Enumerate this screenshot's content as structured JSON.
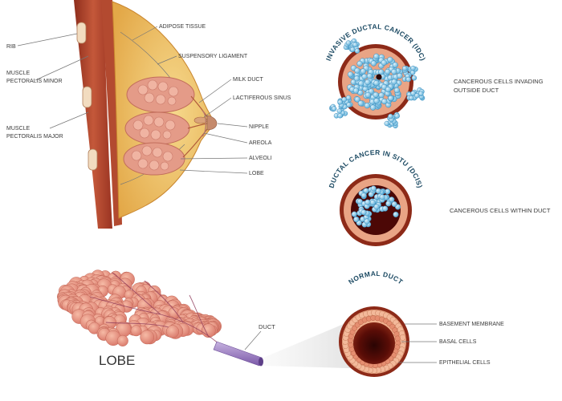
{
  "anatomy_labels": {
    "rib": "RIB",
    "muscle_pectoralis_minor_1": "MUSCLE",
    "muscle_pectoralis_minor_2": "PECTORALIS MINOR",
    "muscle_pectoralis_major_1": "MUSCLE",
    "muscle_pectoralis_major_2": "PECTORALIS MAJOR",
    "adipose_tissue": "ADIPOSE TISSUE",
    "suspensory_ligament": "SUSPENSORY LIGAMENT",
    "milk_duct": "MILK DUCT",
    "lactiferous_sinus": "LACTIFEROUS SINUS",
    "nipple": "NIPPLE",
    "areola": "AREOLA",
    "alveoli": "ALVEOLI",
    "lobe": "LOBE"
  },
  "idc": {
    "title": "INVASIVE DUCTAL CANCER (IDC)",
    "caption_1": "CANCEROUS CELLS INVADING",
    "caption_2": "OUTSIDE DUCT"
  },
  "dcis": {
    "title": "DUCTAL CANCER IN SITU (DCIS)",
    "caption": "CANCEROUS CELLS WITHIN DUCT"
  },
  "normal_duct": {
    "title": "NORMAL DUCT",
    "basement_membrane": "BASEMENT MEMBRANE",
    "basal_cells": "BASAL CELLS",
    "epithelial_cells": "EPITHELIAL CELLS"
  },
  "lobe_section": {
    "lobe": "LOBE",
    "duct": "DUCT"
  },
  "colors": {
    "muscle": "#b8492f",
    "fat": "#f1c86a",
    "gland": "#e79f8c",
    "duct_wall": "#7a1f12",
    "basal_ring": "#e9a485",
    "cancer_cell": "#8ccbe9",
    "duct_tube": "#9b7ac2"
  }
}
